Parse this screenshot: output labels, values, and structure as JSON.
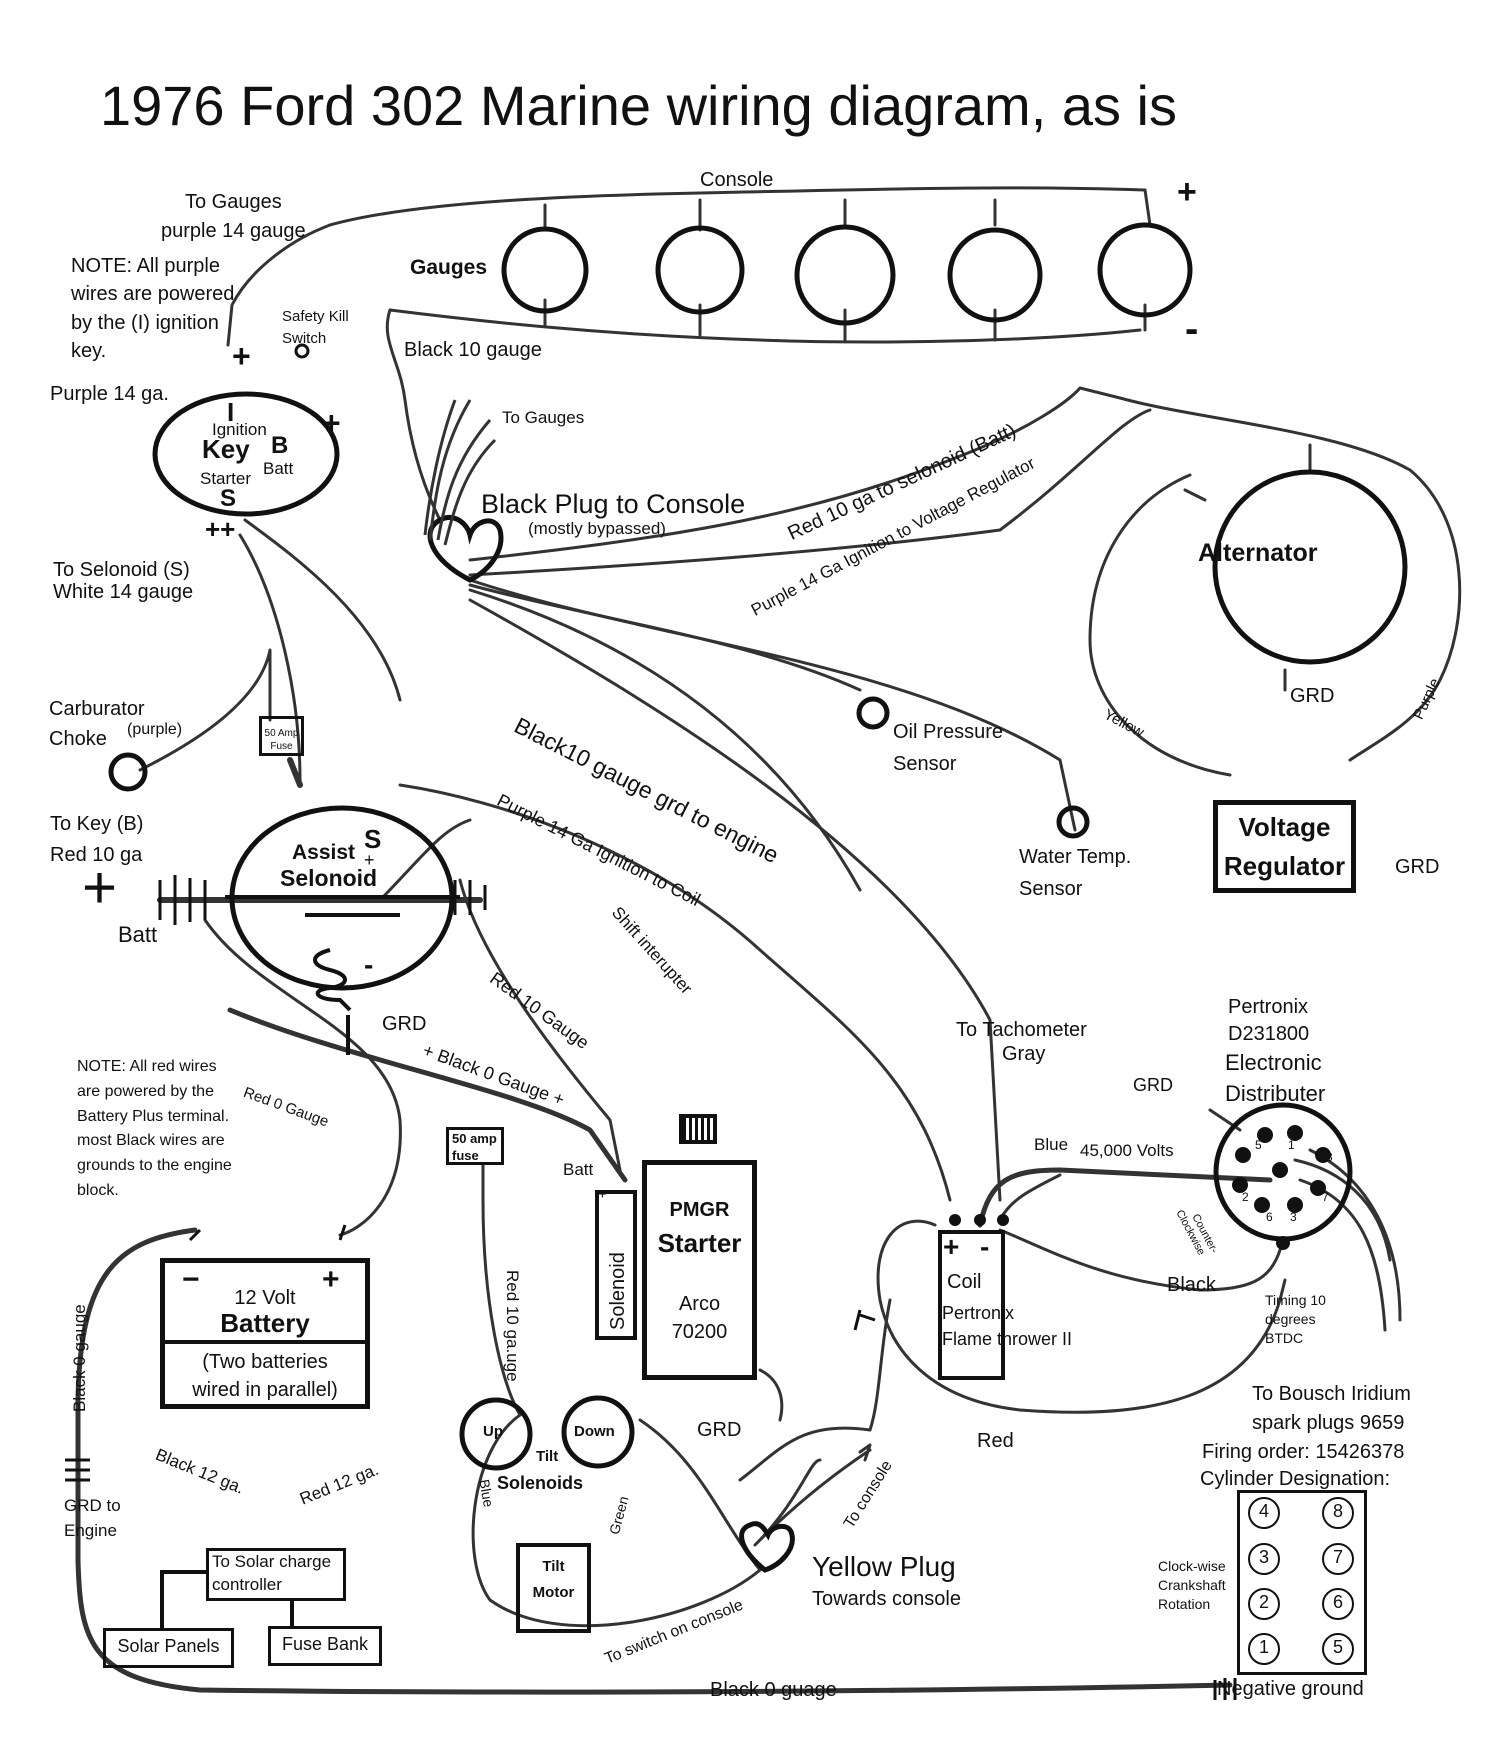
{
  "title": "1976 Ford 302 Marine wiring diagram, as is",
  "notes": {
    "purple": "NOTE: All purple wires are powered by the (I) ignition key.",
    "red": "NOTE: All red wires are powered by the Battery Plus terminal. most Black wires are grounds to the engine block."
  },
  "console": {
    "label": "Console",
    "gauges_label": "Gauges",
    "plus": "+",
    "minus": "-",
    "black_wire": "Black 10 gauge"
  },
  "key_switch": {
    "I": "I",
    "ignition": "Ignition",
    "key": "Key",
    "B": "B",
    "batt": "Batt",
    "starter": "Starter",
    "S": "S",
    "to_gauges": "To Gauges",
    "to_gauges_wire": "purple 14 gauge",
    "purple": "Purple 14 ga.",
    "safety_kill": "Safety Kill",
    "switch": "Switch",
    "to_solenoid": "To Selonoid (S)",
    "white": "White 14 gauge"
  },
  "black_plug": {
    "to_gauges": "To Gauges",
    "label": "Black Plug to Console",
    "sub": "(mostly bypassed)"
  },
  "wires": {
    "red_to_solenoid": "Red 10 ga to selonoid (Batt)",
    "purple_to_regulator": "Purple 14 Ga Ignition to Voltage Regulator",
    "black_ground": "Black10 gauge grd to engine",
    "purple_to_coil": "Purple 14  Ga Ignition to Coil",
    "shift": "Shift interupter",
    "red_10": "Red 10 Gauge",
    "black_0": "+ Black 0 Gauge +",
    "red_0": "Red 0 Gauge",
    "red_10_ga": "Red 10 ga.uge",
    "yellow": "Yellow",
    "purple": "Purple",
    "blue": "Blue",
    "volts": "45,000 Volts",
    "black": "Black",
    "red": "Red",
    "to_tach": "To Tachometer",
    "gray": "Gray",
    "black_12": "Black 12 ga.",
    "red_12": "Red 12 ga.",
    "black_0_gauge_vert": "Black 0 gauge",
    "black_0_guage": "Black 0 guage",
    "to_console": "To console",
    "to_switch": "To switch on console",
    "blue_small": "Blue",
    "green_small": "Green"
  },
  "alternator": {
    "label": "Alternator",
    "grd": "GRD"
  },
  "voltage_regulator": {
    "line1": "Voltage",
    "line2": "Regulator",
    "grd": "GRD"
  },
  "sensors": {
    "oil1": "Oil Pressure",
    "oil2": "Sensor",
    "water1": "Water Temp.",
    "water2": "Sensor"
  },
  "choke": {
    "line1": "Carburator",
    "line2": "Choke",
    "purple": "(purple)",
    "to_key": "To Key (B)",
    "red": "Red 10 ga"
  },
  "assist_solenoid": {
    "line1": "Assist",
    "line2": "Selonoid",
    "S": "S",
    "plus": "+",
    "minus": "-",
    "batt_plus": "+",
    "batt": "Batt",
    "grd": "GRD"
  },
  "fuse_50": {
    "line1": "50 Amp",
    "line2": "Fuse"
  },
  "fuse_50b": {
    "line1": "50 amp",
    "line2": "fuse"
  },
  "battery": {
    "minus": "−",
    "plus": "+",
    "volt": "12 Volt",
    "label": "Battery",
    "sub1": "(Two batteries",
    "sub2": "wired in parallel)"
  },
  "starter": {
    "solenoid": "Solenoid",
    "plus": "+",
    "batt": "Batt",
    "pmgr": "PMGR",
    "label": "Starter",
    "arco": "Arco",
    "num": "70200",
    "grd": "GRD"
  },
  "tilt": {
    "up": "Up",
    "down": "Down",
    "tilt": "Tilt",
    "solenoids": "Solenoids",
    "motor1": "Tilt",
    "motor2": "Motor"
  },
  "yellow_plug": {
    "label": "Yellow Plug",
    "sub": "Towards console"
  },
  "solar": {
    "line1": "To Solar charge",
    "line2": "controller",
    "panels": "Solar Panels",
    "fuse_bank": "Fuse Bank"
  },
  "ground_engine": {
    "line1": "GRD to",
    "line2": "Engine",
    "negative": "Negative ground"
  },
  "coil": {
    "plus": "+",
    "minus": "-",
    "label": "Coil",
    "brand": "Pertronix",
    "model": "Flame thrower II"
  },
  "distributor": {
    "line1": "Pertronix",
    "line2": "D231800",
    "line3": "Electronic",
    "line4": "Distributer",
    "grd": "GRD",
    "ccw1": "Counter-",
    "ccw2": "Clockwise",
    "timing1": "Timing 10",
    "timing2": "degrees",
    "timing3": "BTDC",
    "terminals": [
      "5",
      "1",
      "4",
      "8",
      "2",
      "7",
      "6",
      "3"
    ]
  },
  "spark": {
    "line1": "To Bousch Iridium",
    "line2": "spark plugs 9659",
    "firing": "Firing order: 15426378",
    "cyl": "Cylinder Designation:",
    "rot1": "Clock-wise",
    "rot2": "Crankshaft",
    "rot3": "Rotation",
    "cylinders": [
      "4",
      "8",
      "3",
      "7",
      "2",
      "6",
      "1",
      "5"
    ]
  }
}
